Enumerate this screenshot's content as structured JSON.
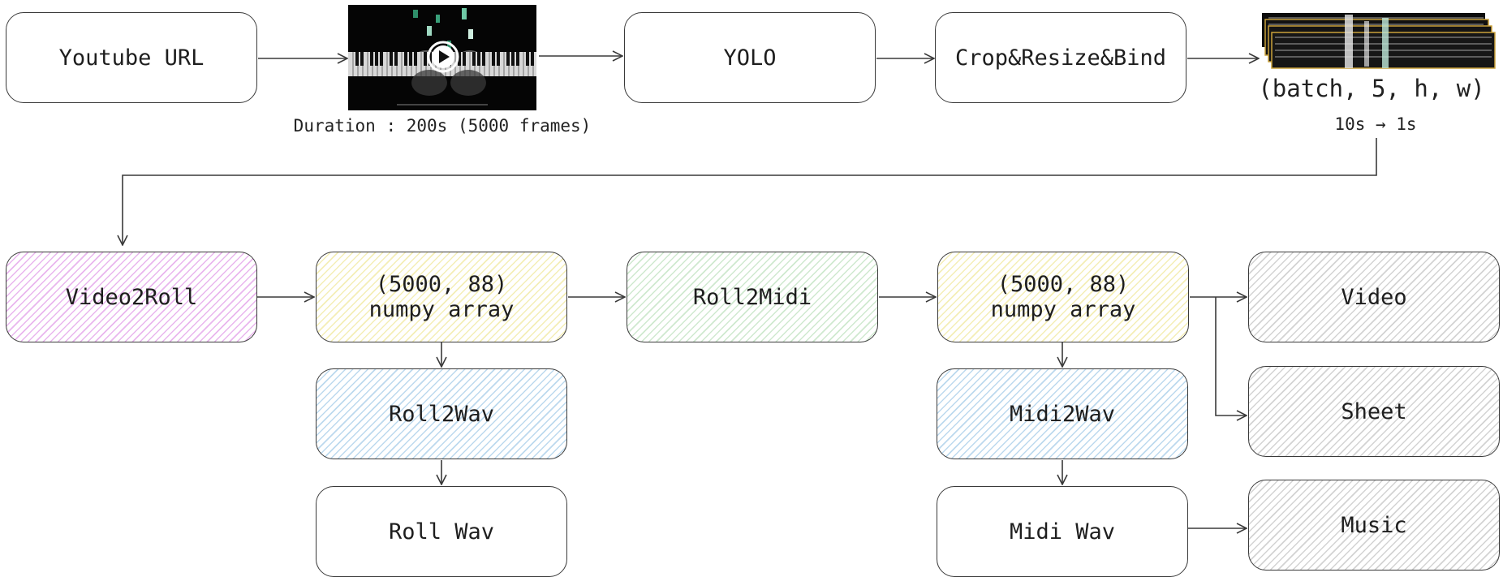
{
  "row1": {
    "youtube_url": "Youtube URL",
    "video_caption": "Duration : 200s (5000 frames)",
    "yolo": "YOLO",
    "crop": "Crop&Resize&Bind",
    "tensor_shape": "(batch, 5, h, w)",
    "window_note": "10s → 1s"
  },
  "row2": {
    "video2roll": "Video2Roll",
    "roll_array": "(5000, 88)\nnumpy array",
    "roll2midi": "Roll2Midi",
    "midi_array": "(5000, 88)\nnumpy array",
    "video_out": "Video",
    "sheet_out": "Sheet"
  },
  "row3": {
    "roll2wav": "Roll2Wav",
    "midi2wav": "Midi2Wav"
  },
  "row4": {
    "roll_wav": "Roll Wav",
    "midi_wav": "Midi Wav",
    "music_out": "Music"
  },
  "colors": {
    "video2roll": "#e9b6ee",
    "numpy_array": "#f4eeb6",
    "roll2midi": "#cfe9cf",
    "to_wav": "#bcd9ee",
    "outputs": "#d3d3d3",
    "stroke": "#3a3a3a"
  },
  "icons": {
    "video_thumbnail": "piano-video-thumbnail-icon",
    "play": "play-icon",
    "frame_stack": "frame-stack-icon"
  }
}
